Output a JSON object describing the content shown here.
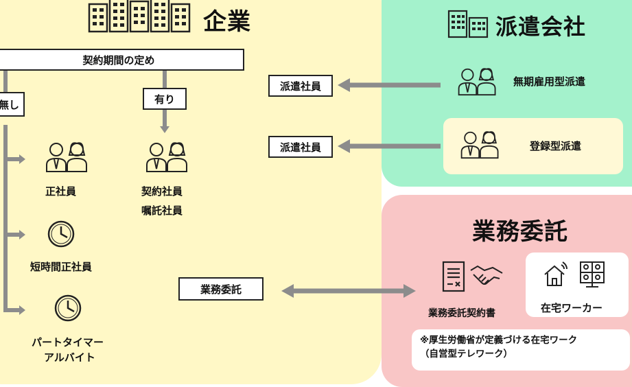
{
  "company": {
    "title": "企業",
    "contract_period": "契約期間の定め",
    "without": "無し",
    "with": "有り",
    "regular": "正社員",
    "contract_line1": "契約社員",
    "contract_line2": "嘱託社員",
    "short_time": "短時間正社員",
    "part_line1": "パートタイマー",
    "part_line2": "アルバイト"
  },
  "dispatch": {
    "title": "派遣会社",
    "worker_label_1": "派遣社員",
    "worker_label_2": "派遣社員",
    "indefinite": "無期雇用型派遣",
    "registered": "登録型派遣"
  },
  "outsourcing": {
    "title": "業務委託",
    "link_label": "業務委託",
    "contract_doc": "業務委託契約書",
    "home_worker": "在宅ワーカー",
    "note_line1": "※厚生労働省が定義づける在宅ワーク",
    "note_line2": "（自営型テレワーク）"
  },
  "colors": {
    "company_bg": "#fff8c6",
    "dispatch_bg": "#a4f2cc",
    "outsourcing_bg": "#f9c6c6",
    "arrow": "#8c8c8c"
  },
  "icons": [
    "building-icon",
    "people-icon",
    "clock-icon",
    "contract-document-icon",
    "handshake-icon",
    "house-signal-icon",
    "video-call-icon"
  ]
}
